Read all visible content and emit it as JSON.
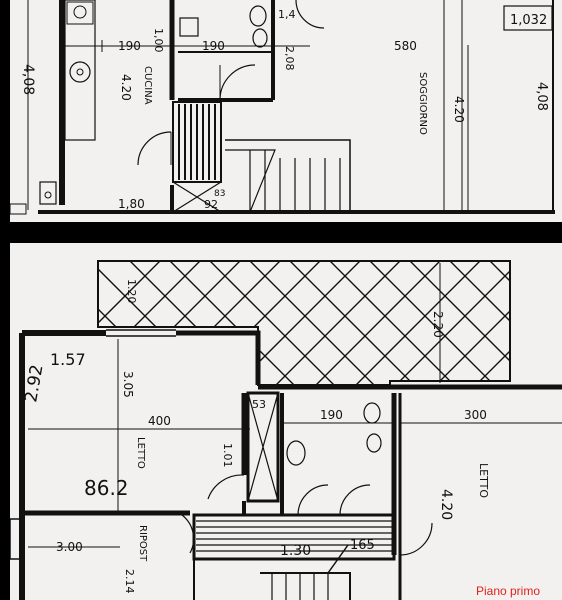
{
  "colors": {
    "paper": "#f2f1ef",
    "ink": "#111111",
    "caption": "#e0201e",
    "frame": "#000000"
  },
  "top_plan": {
    "dims": {
      "top_right_box": "1,032",
      "left_height": "4,08",
      "kitchen_width": "190",
      "kitchen_h": "1,00",
      "wc_width": "190",
      "wc_height": "2,08",
      "living_width": "580",
      "kitchen_depth": "4.20",
      "living_depth": "4.20",
      "right_height": "4,08",
      "bottom_left": "1,80",
      "bottom_92": "92",
      "bottom_83": "83",
      "small_144": "1,4"
    },
    "labels": {
      "kitchen": "CUCINA",
      "living": "SOGGIORNO"
    }
  },
  "bottom_plan": {
    "dims": {
      "terrace_left": "1.20",
      "terrace_right": "2.20",
      "room_area": "1.57",
      "room_h": "3.05",
      "left_height": "2.92",
      "center_width": "400",
      "col_53": "53",
      "wc_width": "190",
      "right_width": "300",
      "hall_h": "1.01",
      "room_area_big": "86.2",
      "bed_depth": "4.20",
      "bottom_left": "3.00",
      "stair_width": "1.30",
      "stair_165": "165",
      "bottom_214": "2.14"
    },
    "labels": {
      "bedroom_left": "LETTO",
      "bedroom_right": "LETTO",
      "closet": "RIPOST"
    }
  },
  "caption": "Piano primo"
}
